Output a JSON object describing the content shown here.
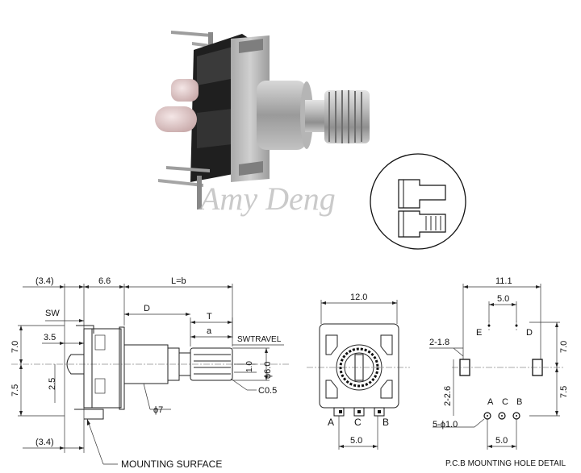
{
  "watermark": "Amy Deng",
  "side_view": {
    "dim_left_top": "(3.4)",
    "dim_body": "6.6",
    "dim_length": "L=b",
    "label_sw": "SW",
    "dim_d": "D",
    "dim_t": "T",
    "dim_a": "a",
    "label_sw_travel": "SWTRAVEL",
    "dim_35": "3.5",
    "dim_70": "7.0",
    "dim_75": "7.5",
    "dim_25": "2.5",
    "dim_10": "1.0",
    "dim_phi60": "ϕ6.0",
    "dim_phi7": "ϕ7",
    "dim_c05": "C0.5",
    "dim_left_bottom": "(3.4)",
    "label_mounting": "MOUNTING SURFACE"
  },
  "front_view": {
    "dim_width": "12.0",
    "pin_a": "A",
    "pin_c": "C",
    "pin_b": "B",
    "dim_pitch": "5.0"
  },
  "pcb_view": {
    "dim_111": "11.1",
    "dim_50_top": "5.0",
    "label_e": "E",
    "label_d": "D",
    "dim_218": "2-1.8",
    "dim_70": "7.0",
    "dim_226": "2-2.6",
    "dim_75": "7.5",
    "pin_a": "A",
    "pin_c": "C",
    "pin_b": "B",
    "dim_holes": "5-ϕ1.0",
    "dim_50_bottom": "5.0",
    "title": "P.C.B MOUNTING HOLE DETAIL"
  }
}
